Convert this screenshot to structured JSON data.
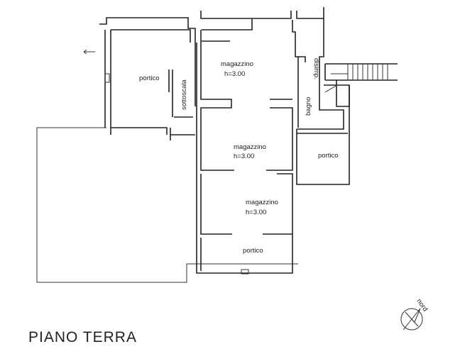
{
  "plan": {
    "title": "PIANO TERRA",
    "north_label": "nord",
    "rooms": {
      "portico_left": "portico",
      "sottoscala": "sottoscala",
      "magazzino_1": "magazzino",
      "magazzino_1_h": "h=3.00",
      "magazzino_2": "magazzino",
      "magazzino_2_h": "h=3.00",
      "magazzino_3": "magazzino",
      "magazzino_3_h": "h=3.00",
      "portico_bottom": "portico",
      "disimp": "disimp.",
      "bagno": "bagno",
      "portico_right": "portico"
    }
  }
}
